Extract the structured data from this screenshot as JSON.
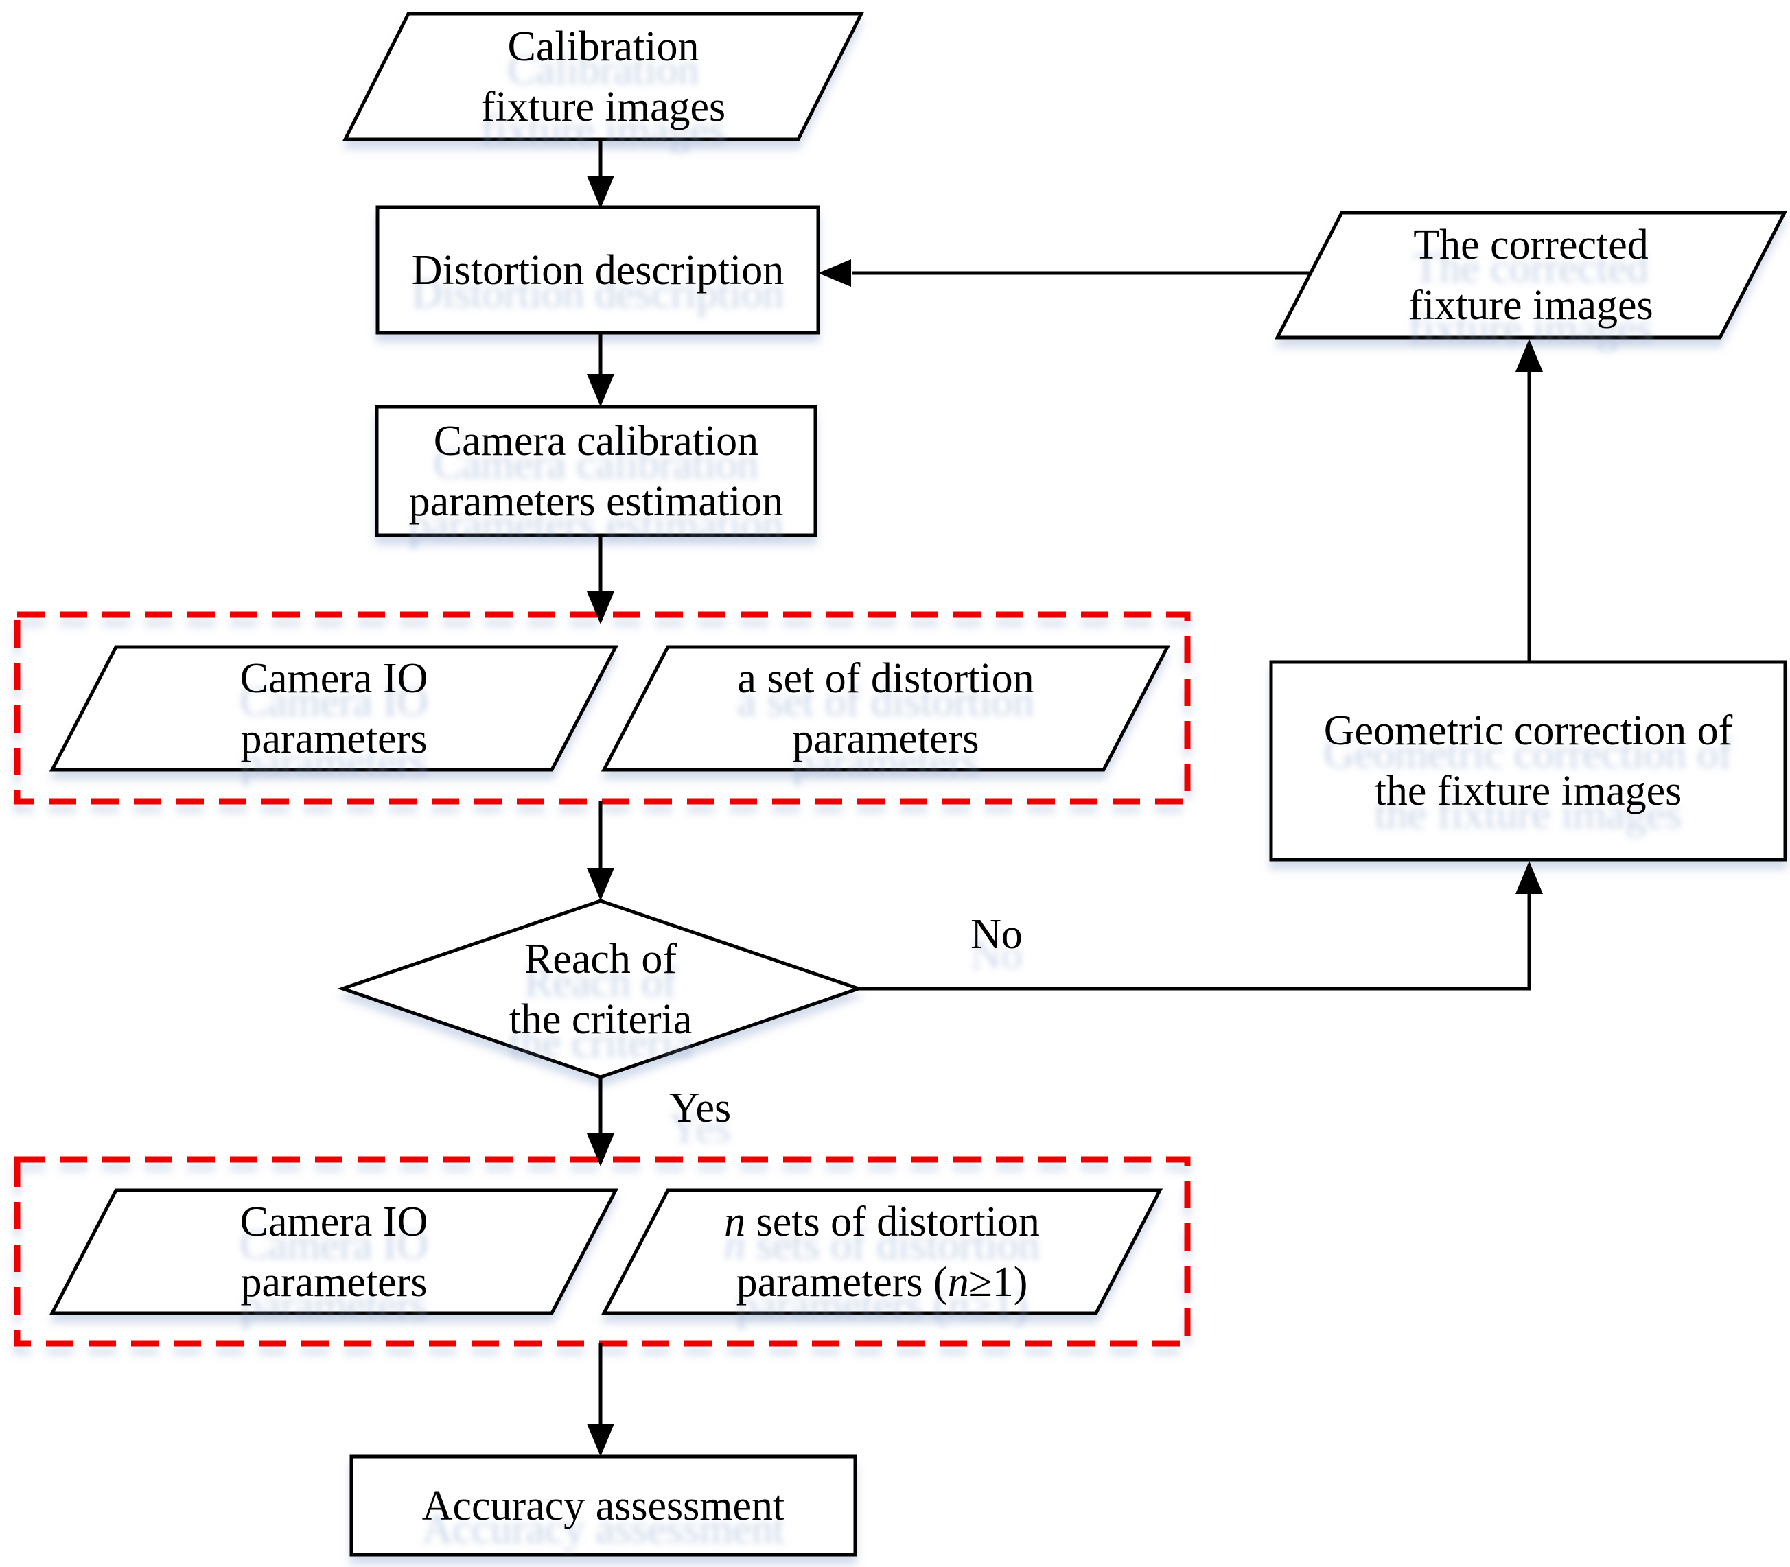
{
  "figure": {
    "type": "flowchart",
    "nodes": {
      "calibration_fixture_images": {
        "shape": "parallelogram",
        "line1": "Calibration",
        "line2": "fixture images"
      },
      "distortion_description": {
        "shape": "rectangle",
        "label": "Distortion description"
      },
      "camera_calibration_parameters_estimation": {
        "shape": "rectangle",
        "line1": "Camera calibration",
        "line2": "parameters estimation"
      },
      "camera_io_parameters_initial": {
        "shape": "parallelogram",
        "line1": "Camera IO",
        "line2": "parameters"
      },
      "a_set_of_distortion_parameters": {
        "shape": "parallelogram",
        "line1": "a set of distortion",
        "line2": "parameters"
      },
      "reach_of_the_criteria": {
        "shape": "diamond",
        "line1": "Reach of",
        "line2": "the criteria"
      },
      "camera_io_parameters_final": {
        "shape": "parallelogram",
        "line1": "Camera IO",
        "line2": "parameters"
      },
      "n_sets_of_distortion_parameters": {
        "shape": "parallelogram",
        "line1_var": "n",
        "line1_rest": " sets of distortion",
        "line2_pre": "parameters (",
        "line2_var": "n",
        "line2_post": "≥1)"
      },
      "accuracy_assessment": {
        "shape": "rectangle",
        "label": "Accuracy assessment"
      },
      "geometric_correction_of_the_fixture_images": {
        "shape": "rectangle",
        "line1": "Geometric correction of",
        "line2": "the fixture images"
      },
      "the_corrected_fixture_images": {
        "shape": "parallelogram",
        "line1": "The corrected",
        "line2": "fixture images"
      }
    },
    "edge_labels": {
      "no": "No",
      "yes": "Yes"
    },
    "colors": {
      "shape_stroke": "#000000",
      "shape_fill": "#ffffff",
      "arrow": "#000000",
      "dashed_group_box": "#ee0000",
      "soft_shadow": "#b7c6e0"
    }
  }
}
